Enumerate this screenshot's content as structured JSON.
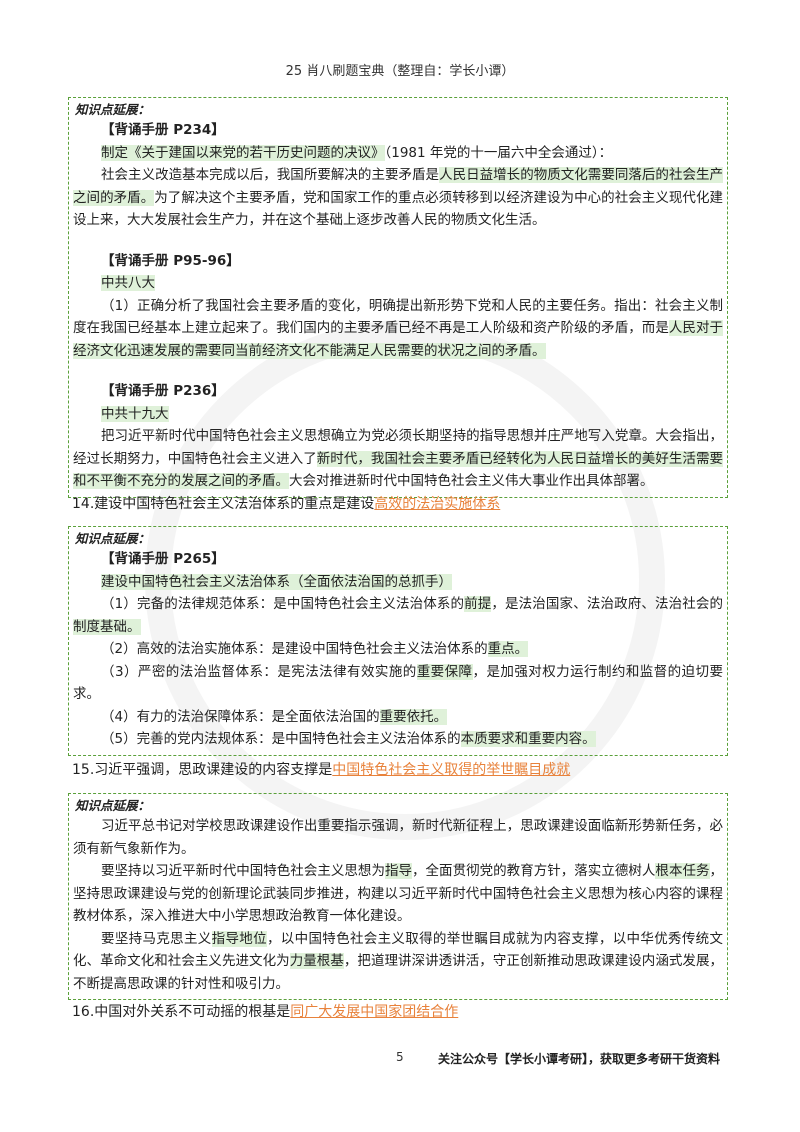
{
  "header": "25 肖八刷题宝典（整理自：学长小谭）",
  "box_title": "知识点延展：",
  "box1": {
    "s1_ref": "【背诵手册 P234】",
    "s1_line1_hl": "制定《关于建国以来党的若干历史问题的决议》",
    "s1_line1_rest": "（1981 年党的十一届六中全会通过）：",
    "s1_p_a": "社会主义改造基本完成以后，我国所要解决的主要矛盾是",
    "s1_p_hl": "人民日益增长的物质文化需要同落后的社会生产之间的矛盾。",
    "s1_p_b": "为了解决这个主要矛盾，党和国家工作的重点必须转移到以经济建设为中心的社会主义现代化建设上来，大大发展社会生产力，并在这个基础上逐步改善人民的物质文化生活。",
    "s2_ref": "【背诵手册 P95-96】",
    "s2_sub": "中共八大",
    "s2_p_a": "（1）正确分析了我国社会主要矛盾的变化，明确提出新形势下党和人民的主要任务。指出：社会主义制度在我国已经基本上建立起来了。我们国内的主要矛盾已经不再是工人阶级和资产阶级的矛盾，而是",
    "s2_p_hl": "人民对于经济文化迅速发展的需要同当前经济文化不能满足人民需要的状况之间的矛盾。",
    "s3_ref": "【背诵手册 P236】",
    "s3_sub": "中共十九大",
    "s3_p_a": "把习近平新时代中国特色社会主义思想确立为党必须长期坚持的指导思想并庄严地写入党章。大会指出，经过长期努力，中国特色社会主义进入了",
    "s3_p_hl": "新时代，我国社会主要矛盾已经转化为人民日益增长的美好生活需要和不平衡不充分的发展之间的矛盾。",
    "s3_p_b": "大会对推进新时代中国特色社会主义伟大事业作出具体部署。"
  },
  "q14": {
    "text": "14.建设中国特色社会主义法治体系的重点是建设",
    "answer": "高效的法治实施体系"
  },
  "box2": {
    "ref": "【背诵手册 P265】",
    "sub": "建设中国特色社会主义法治体系（全面依法治国的总抓手）",
    "i1_a": "（1）完备的法律规范体系：是中国特色社会主义法治体系的",
    "i1_hl1": "前提",
    "i1_b": "，是法治国家、法治政府、法治社会的",
    "i1_hl2": "制度基础。",
    "i2_a": "（2）高效的法治实施体系：是建设中国特色社会主义法治体系的",
    "i2_hl": "重点。",
    "i3_a": "（3）严密的法治监督体系：是宪法法律有效实施的",
    "i3_hl": "重要保障",
    "i3_b": "，是加强对权力运行制约和监督的迫切要求。",
    "i4_a": "（4）有力的法治保障体系：是全面依法治国的",
    "i4_hl": "重要依托。",
    "i5_a": "（5）完善的党内法规体系：是中国特色社会主义法治体系的",
    "i5_hl": "本质要求和重要内容。"
  },
  "q15": {
    "text": "15.习近平强调，思政课建设的内容支撑是",
    "answer": "中国特色社会主义取得的举世瞩目成就"
  },
  "box3": {
    "p1": "习近平总书记对学校思政课建设作出重要指示强调，新时代新征程上，思政课建设面临新形势新任务，必须有新气象新作为。",
    "p2_a": "要坚持以习近平新时代中国特色社会主义思想为",
    "p2_hl1": "指导",
    "p2_b": "，全面贯彻党的教育方针，落实立德树人",
    "p2_hl2": "根本任务",
    "p2_c": "，坚持思政课建设与党的创新理论武装同步推进，构建以习近平新时代中国特色社会主义思想为核心内容的课程教材体系，深入推进大中小学思想政治教育一体化建设。",
    "p3_a": "要坚持马克思主义",
    "p3_hl1": "指导地位",
    "p3_b": "，以中国特色社会主义取得的举世瞩目成就为内容支撑，以中华优秀传统文化、革命文化和社会主义先进文化为",
    "p3_hl2": "力量根基",
    "p3_c": "，把道理讲深讲透讲活，守正创新推动思政课建设内涵式发展，不断提高思政课的针对性和吸引力。"
  },
  "q16": {
    "text": "16.中国对外关系不可动摇的根基是",
    "answer": "同广大发展中国家团结合作"
  },
  "footer": {
    "page": "5",
    "promo": "关注公众号【学长小谭考研】，获取更多考研干货资料"
  }
}
